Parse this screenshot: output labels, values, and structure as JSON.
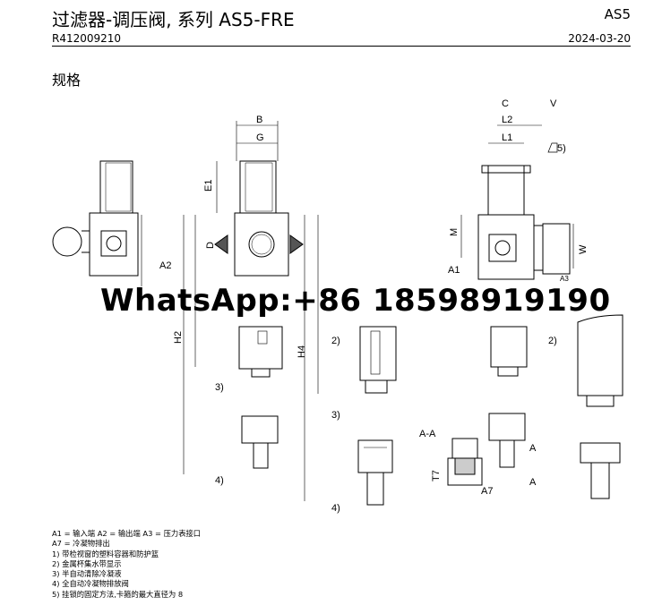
{
  "header": {
    "title": "过滤器-调压阀, 系列 AS5-FRE",
    "series": "AS5",
    "part_number": "R412009210",
    "date": "2024-03-20"
  },
  "section_title": "规格",
  "drawing": {
    "labels": {
      "b": "B",
      "g": "G",
      "e1": "E1",
      "d": "D",
      "h2": "H2",
      "h4": "H4",
      "c": "C",
      "v": "V",
      "l2": "L2",
      "l1": "L1",
      "m": "M",
      "w": "W",
      "a1": "A1",
      "a2": "A2",
      "a3": "A3",
      "a7": "A7",
      "t7": "T7",
      "aa": "A-A",
      "a_left": "A",
      "a_right": "A",
      "n2a": "2)",
      "n2b": "2)",
      "n3a": "3)",
      "n3b": "3)",
      "n4a": "4)",
      "n4b": "4)",
      "n5": "5)"
    }
  },
  "watermark": "WhatsApp:+86 18598919190",
  "legend": [
    "A1 = 输入端 A2 = 输出端 A3 = 压力表接口",
    "A7 = 冷凝物排出",
    "1) 带检视窗的塑料容器和防护篮",
    "2) 金属杯集水带显示",
    "3) 半自动清除冷凝液",
    "4) 全自动冷凝物排放阀",
    "5) 挂锁的固定方法,卡箍的最大直径为 8"
  ]
}
